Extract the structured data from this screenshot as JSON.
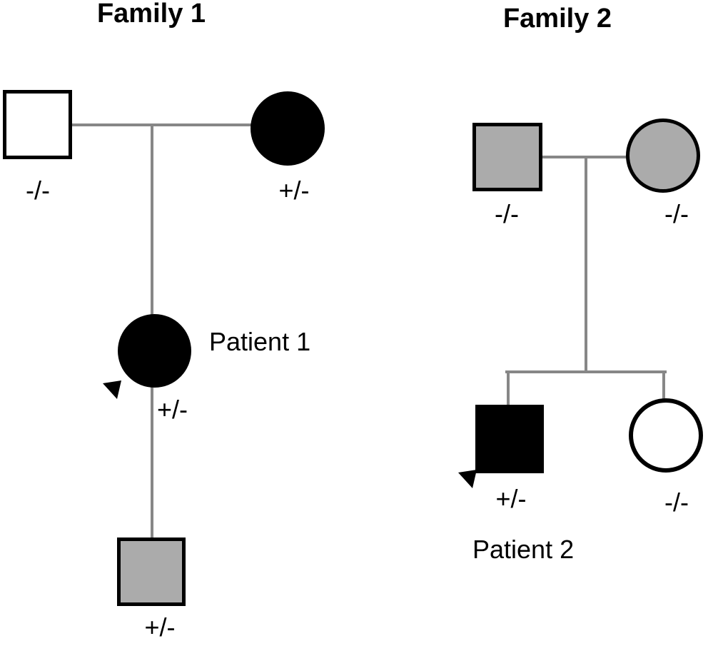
{
  "figure": {
    "type": "pedigree-diagram",
    "background": "#ffffff"
  },
  "colors": {
    "connector_line": "#878787",
    "affected_fill": "#000000",
    "gray_fill": "#ababab",
    "unaffected_fill": "#ffffff",
    "outline": "#000000"
  },
  "family1": {
    "title": "Family 1",
    "father": {
      "symbol": "open-square",
      "genotype": "-/-"
    },
    "mother": {
      "symbol": "filled-circle",
      "genotype": "+/-"
    },
    "patient": {
      "symbol": "filled-circle",
      "name": "Patient 1",
      "genotype": "+/-",
      "proband": true
    },
    "child": {
      "symbol": "gray-square",
      "genotype": "+/-"
    }
  },
  "family2": {
    "title": "Family 2",
    "father": {
      "symbol": "gray-square",
      "genotype": "-/-"
    },
    "mother": {
      "symbol": "gray-circle",
      "genotype": "-/-"
    },
    "patient": {
      "symbol": "filled-square",
      "name": "Patient 2",
      "genotype": "+/-",
      "proband": true
    },
    "sibling": {
      "symbol": "open-circle",
      "genotype": "-/-"
    }
  }
}
